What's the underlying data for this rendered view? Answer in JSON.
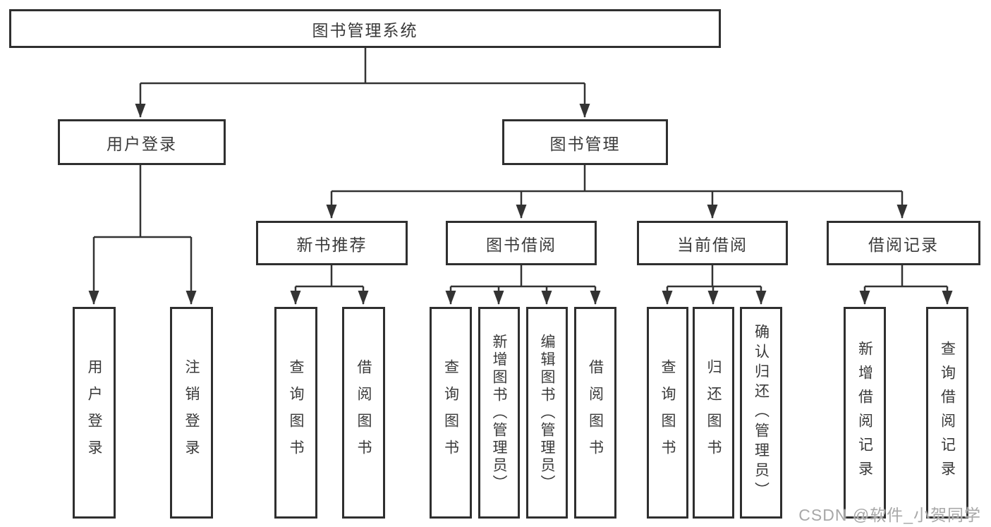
{
  "diagram": {
    "root": {
      "label": "图书管理系统"
    },
    "branches": [
      {
        "label": "用户登录",
        "children": [
          {
            "label": "用户登录"
          },
          {
            "label": "注销登录"
          }
        ]
      },
      {
        "label": "图书管理",
        "children": [
          {
            "label": "新书推荐",
            "children": [
              {
                "label": "查询图书"
              },
              {
                "label": "借阅图书"
              }
            ]
          },
          {
            "label": "图书借阅",
            "children": [
              {
                "label": "查询图书"
              },
              {
                "label": "新增图书（管理员）"
              },
              {
                "label": "编辑图书（管理员）"
              },
              {
                "label": "借阅图书"
              }
            ]
          },
          {
            "label": "当前借阅",
            "children": [
              {
                "label": "查询图书"
              },
              {
                "label": "归还图书"
              },
              {
                "label": "确认归还（管理员）"
              }
            ]
          },
          {
            "label": "借阅记录",
            "children": [
              {
                "label": "新增借阅记录"
              },
              {
                "label": "查询借阅记录"
              }
            ]
          }
        ]
      }
    ]
  },
  "watermark": {
    "text": "CSDN @软件_小贺同学"
  },
  "colors": {
    "line": "#333333",
    "box_border": "#2f2f2f",
    "text": "#3a3a3a",
    "watermark": "#a8a8a8",
    "background": "#ffffff"
  }
}
